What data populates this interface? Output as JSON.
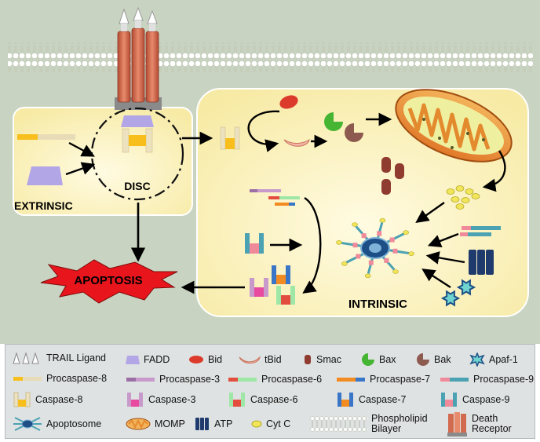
{
  "labels": {
    "disc": "DISC",
    "extrinsic": "EXTRINSIC",
    "intrinsic": "INTRINSIC",
    "apoptosis": "APOPTOSIS"
  },
  "legend": [
    {
      "icon": "trail-ligand-icon",
      "label": "TRAIL Ligand"
    },
    {
      "icon": "fadd-icon",
      "label": "FADD"
    },
    {
      "icon": "bid-icon",
      "label": "Bid"
    },
    {
      "icon": "tbid-icon",
      "label": "tBid"
    },
    {
      "icon": "smac-icon",
      "label": "Smac"
    },
    {
      "icon": "bax-icon",
      "label": "Bax"
    },
    {
      "icon": "bak-icon",
      "label": "Bak"
    },
    {
      "icon": "apaf-1-icon",
      "label": "Apaf-1"
    },
    {
      "icon": "procaspase-8-icon",
      "label": "Procaspase-8"
    },
    {
      "icon": "procaspase-3-icon",
      "label": "Procaspase-3"
    },
    {
      "icon": "procaspase-6-icon",
      "label": "Procaspase-6"
    },
    {
      "icon": "procaspase-7-icon",
      "label": "Procaspase-7"
    },
    {
      "icon": "procaspase-9-icon",
      "label": "Procaspase-9"
    },
    {
      "icon": "caspase-8-icon",
      "label": "Caspase-8"
    },
    {
      "icon": "caspase-3-icon",
      "label": "Caspase-3"
    },
    {
      "icon": "caspase-6-icon",
      "label": "Caspase-6"
    },
    {
      "icon": "caspase-7-icon",
      "label": "Caspase-7"
    },
    {
      "icon": "caspase-9-icon",
      "label": "Caspase-9"
    },
    {
      "icon": "apoptosome-icon",
      "label": "Apoptosome"
    },
    {
      "icon": "momp-icon",
      "label": "MOMP"
    },
    {
      "icon": "atp-icon",
      "label": "ATP"
    },
    {
      "icon": "cyt-c-icon",
      "label": "Cyt C"
    },
    {
      "icon": "phospholipid-bilayer-icon",
      "label": "Phospholipid Bilayer"
    },
    {
      "icon": "death-receptor-icon",
      "label": "Death Receptor"
    }
  ],
  "colors": {
    "background": "#c9d3c1",
    "panel": "#fdf5c8",
    "fadd": "#b3a6e6",
    "bid": "#dc3a2b",
    "bax": "#46b533",
    "bak": "#8d5a4f",
    "smac": "#8f3b2f",
    "apaf1": "#1c4f86",
    "apoptosis": "#e8161c",
    "atp": "#1f3b6e",
    "cytc": "#f1e65a",
    "receptor": "#d26a4f"
  }
}
